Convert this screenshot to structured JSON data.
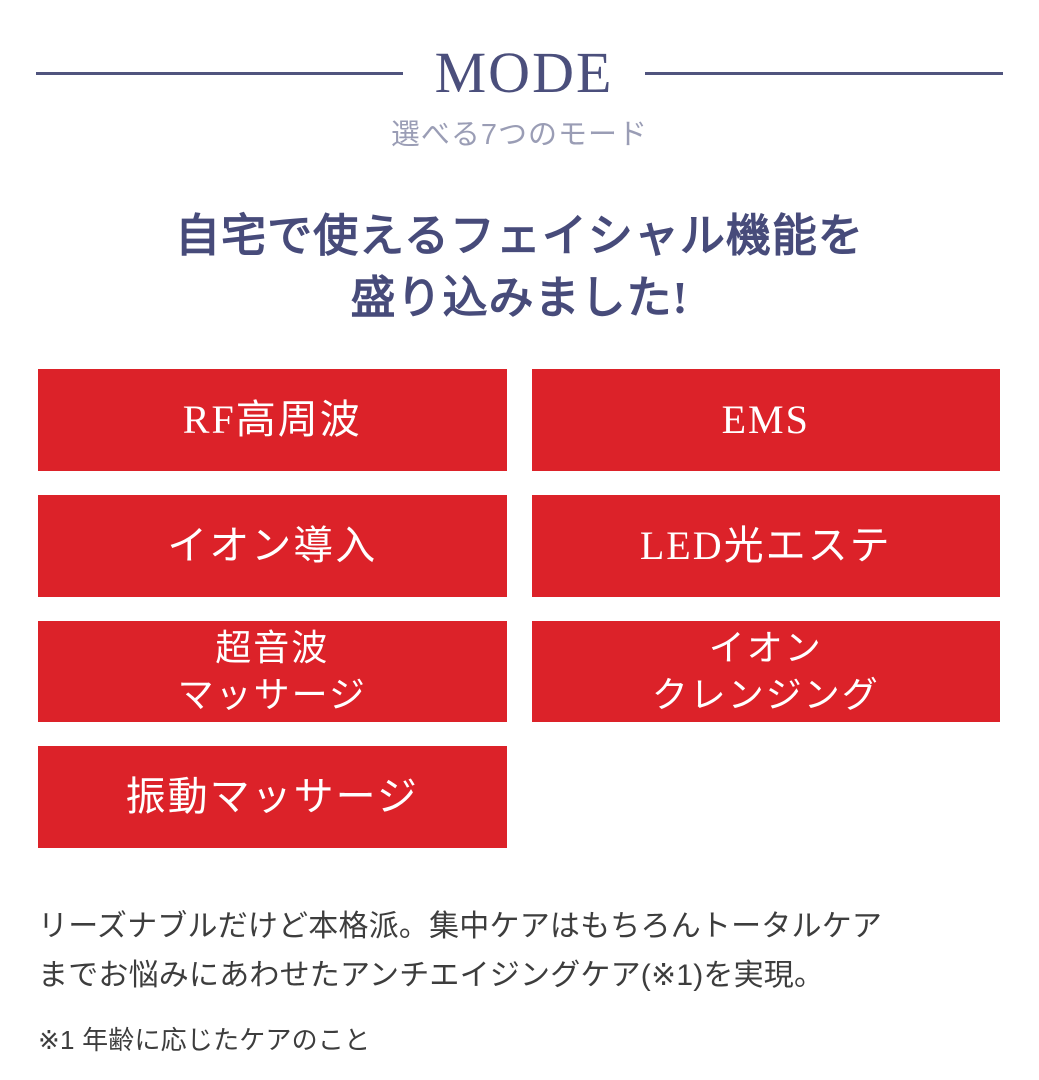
{
  "section": {
    "eyebrow_title": "MODE",
    "subtitle": "選べる7つのモード",
    "heading_line_1": "自宅で使えるフェイシャル機能を",
    "heading_line_2": "盛り込みました!",
    "accent_navy": "#474b7a",
    "accent_red": "#dc2229",
    "rule_color": "#50547e",
    "subtitle_color": "#9a9db5"
  },
  "modes": [
    {
      "line_1": "RF高周波",
      "line_2": ""
    },
    {
      "line_1": "EMS",
      "line_2": ""
    },
    {
      "line_1": "イオン導入",
      "line_2": ""
    },
    {
      "line_1": "LED光エステ",
      "line_2": ""
    },
    {
      "line_1": "超音波",
      "line_2": "マッサージ"
    },
    {
      "line_1": "イオン",
      "line_2": "クレンジング"
    },
    {
      "line_1": "振動マッサージ",
      "line_2": ""
    }
  ],
  "description": {
    "line_1": "リーズナブルだけど本格派。集中ケアはもちろんトータルケア",
    "line_2": "までお悩みにあわせたアンチエイジングケア(※1)を実現。"
  },
  "footnote": "※1 年齢に応じたケアのこと"
}
